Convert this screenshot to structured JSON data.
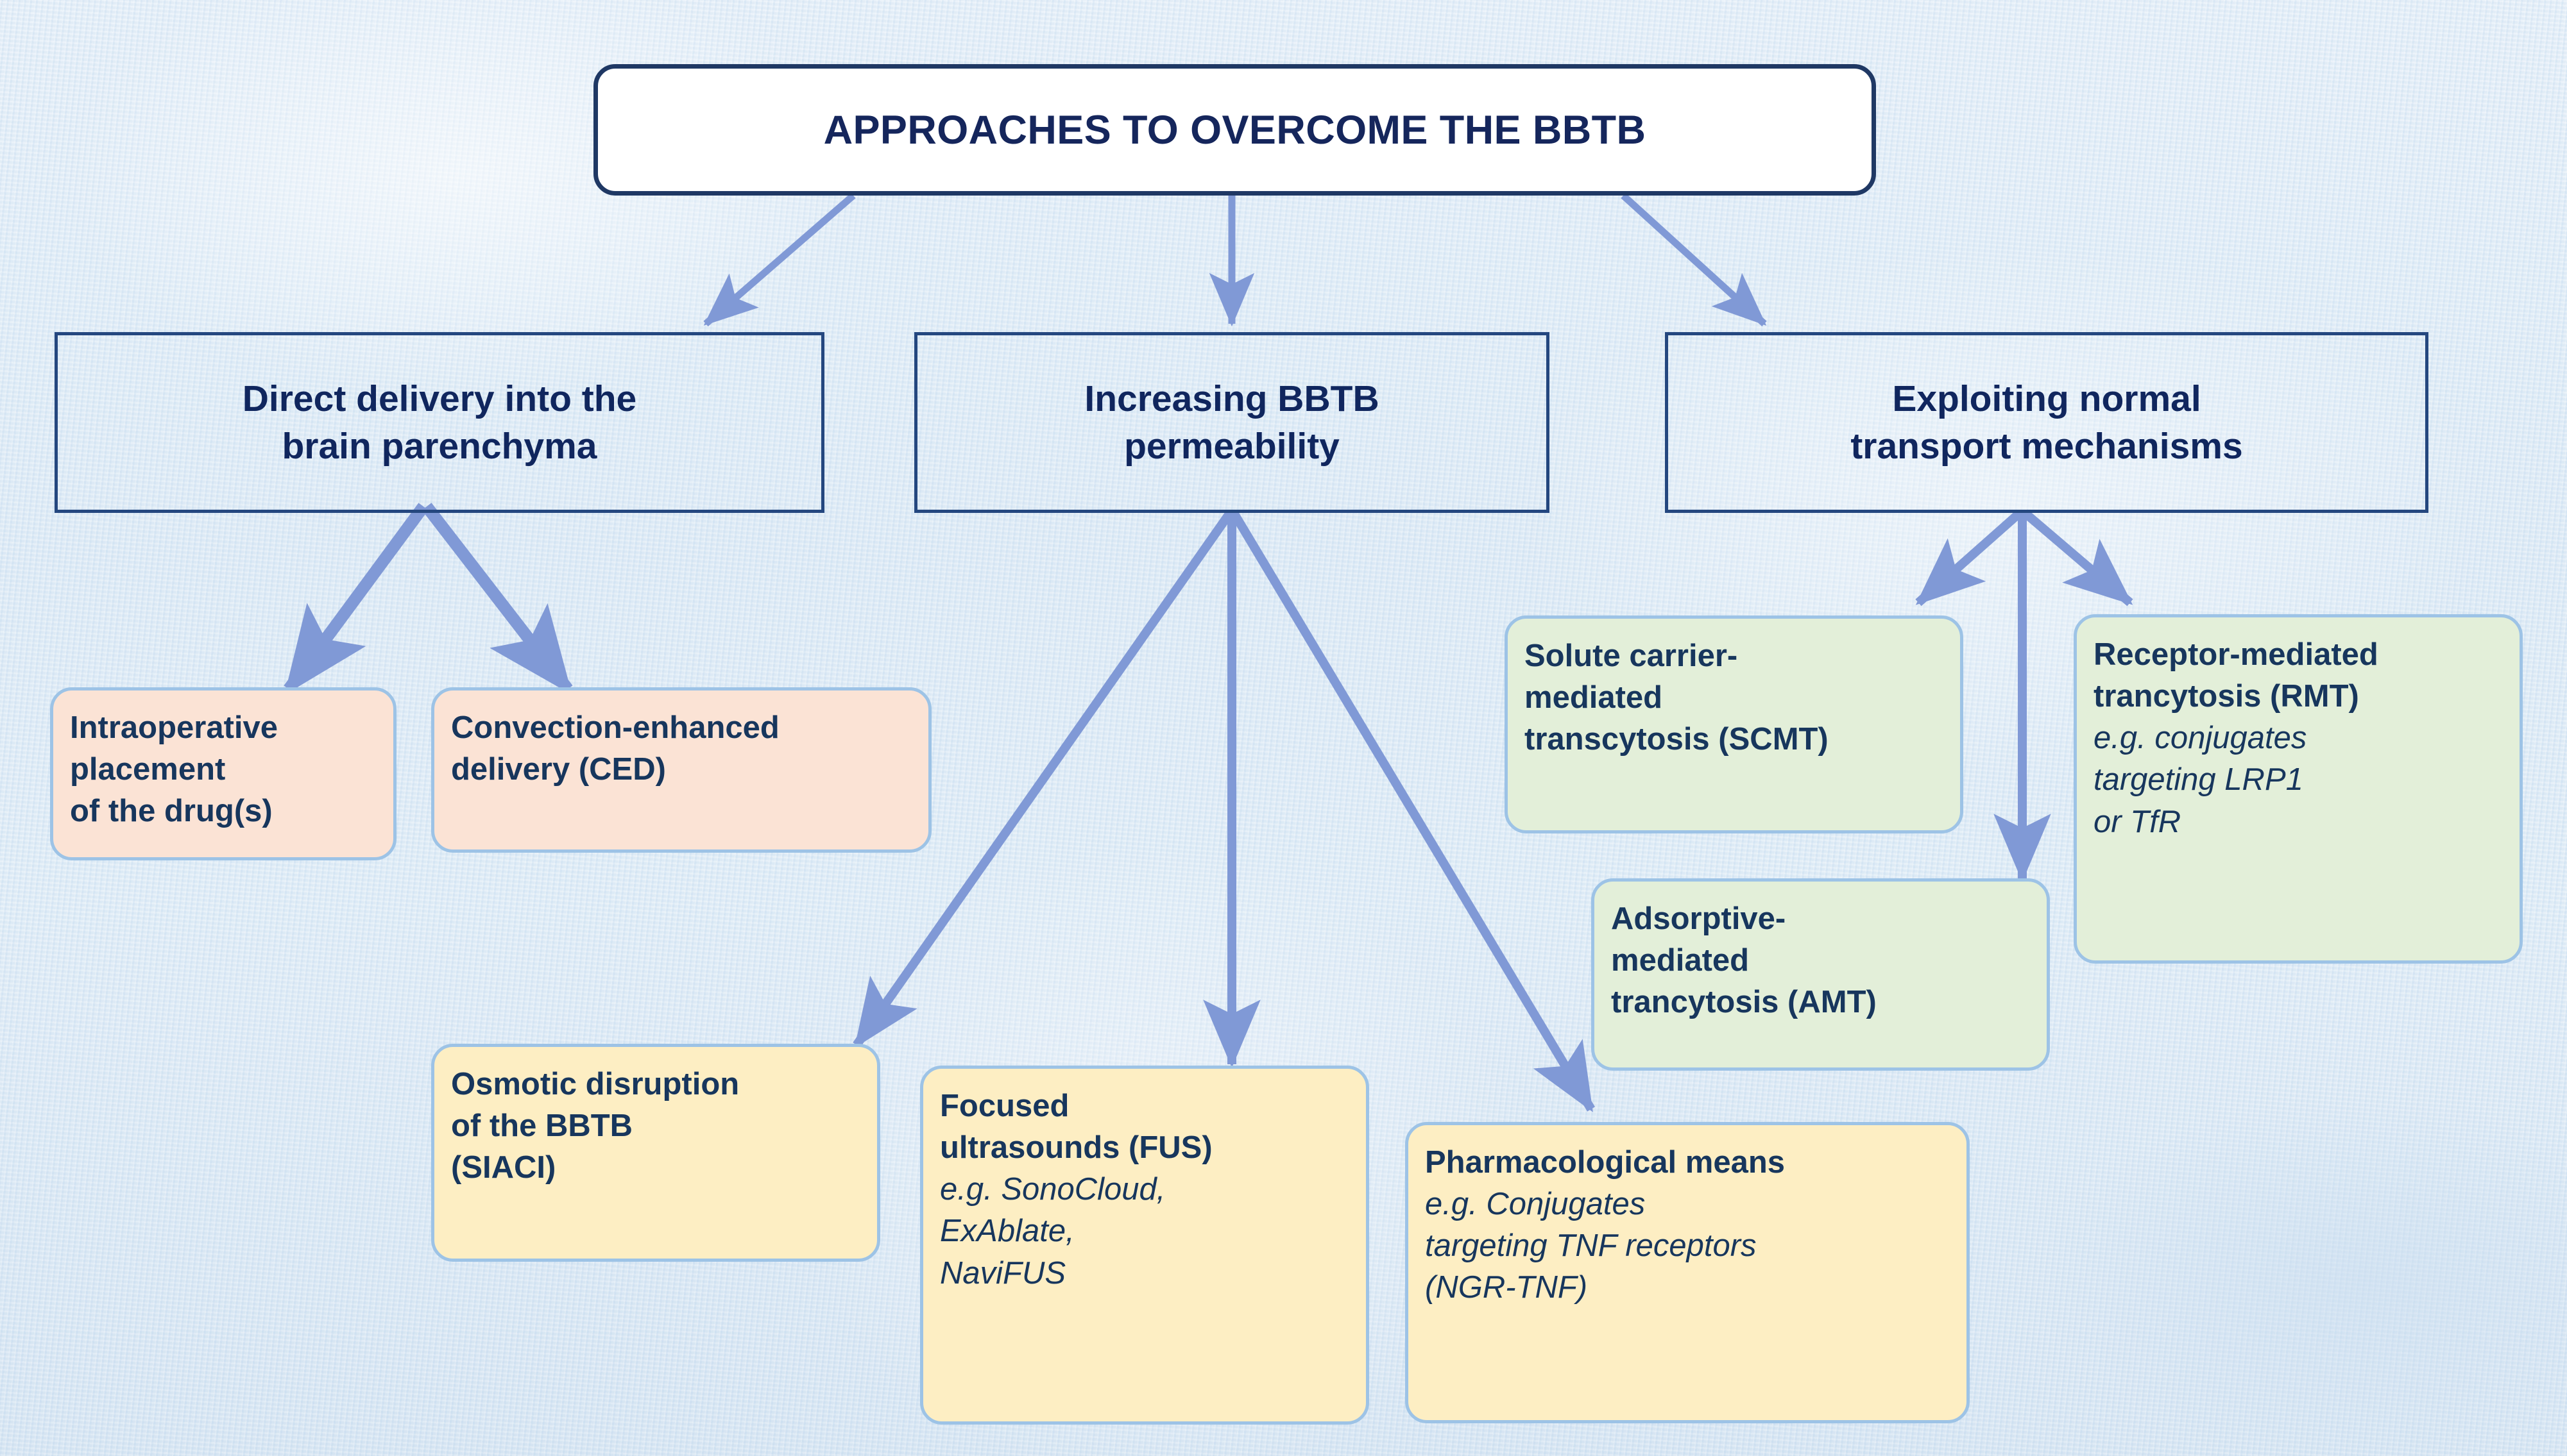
{
  "diagram": {
    "title": "APPROACHES TO OVERCOME THE BBTB",
    "colors": {
      "background": "#dce8f4",
      "title_border": "#1f3864",
      "title_fill": "#ffffff",
      "category_border": "#24477f",
      "text_navy": "#17365d",
      "leaf_border": "#9dc3e6",
      "arrow": "#8099d6",
      "peach_fill": "#fbe3d5",
      "green_fill": "#e3efd9",
      "yellow_fill": "#fdeec3"
    },
    "categories": [
      {
        "id": "direct-delivery",
        "label_line1": "Direct delivery into the",
        "label_line2": "brain parenchyma"
      },
      {
        "id": "increasing-permeability",
        "label_line1": "Increasing BBTB",
        "label_line2": "permeability"
      },
      {
        "id": "exploiting-transport",
        "label_line1": "Exploiting normal",
        "label_line2": "transport mechanisms"
      }
    ],
    "leaves": [
      {
        "id": "intraoperative-placement",
        "color": "peach",
        "bold_lines": [
          "Intraoperative",
          "placement",
          "of the drug(s)"
        ],
        "italic_lines": []
      },
      {
        "id": "convection-enhanced-delivery",
        "color": "peach",
        "bold_lines": [
          "Convection-enhanced",
          "delivery (CED)"
        ],
        "italic_lines": []
      },
      {
        "id": "osmotic-disruption",
        "color": "yellow",
        "bold_lines": [
          "Osmotic disruption",
          "of the BBTB",
          "(SIACI)"
        ],
        "italic_lines": []
      },
      {
        "id": "focused-ultrasounds",
        "color": "yellow",
        "bold_lines": [
          "Focused",
          "ultrasounds (FUS)"
        ],
        "italic_lines": [
          " e.g. SonoCloud,",
          "ExAblate,",
          "NaviFUS"
        ]
      },
      {
        "id": "pharmacological-means",
        "color": "yellow",
        "bold_lines": [
          "Pharmacological means"
        ],
        "italic_lines": [
          "e.g.  Conjugates",
          "targeting TNF receptors",
          "(NGR-TNF)"
        ]
      },
      {
        "id": "solute-carrier-mediated-transcytosis",
        "color": "green",
        "bold_lines": [
          "Solute carrier-",
          "mediated",
          "transcytosis (SCMT)"
        ],
        "italic_lines": []
      },
      {
        "id": "adsorptive-mediated-trancytosis",
        "color": "green",
        "bold_lines": [
          "Adsorptive-",
          "mediated",
          "trancytosis (AMT)"
        ],
        "italic_lines": []
      },
      {
        "id": "receptor-mediated-trancytosis",
        "color": "green",
        "bold_lines": [
          "Receptor-mediated",
          "trancytosis (RMT)"
        ],
        "italic_lines": [
          "e.g. conjugates",
          "targeting LRP1",
          "or TfR"
        ]
      }
    ]
  }
}
